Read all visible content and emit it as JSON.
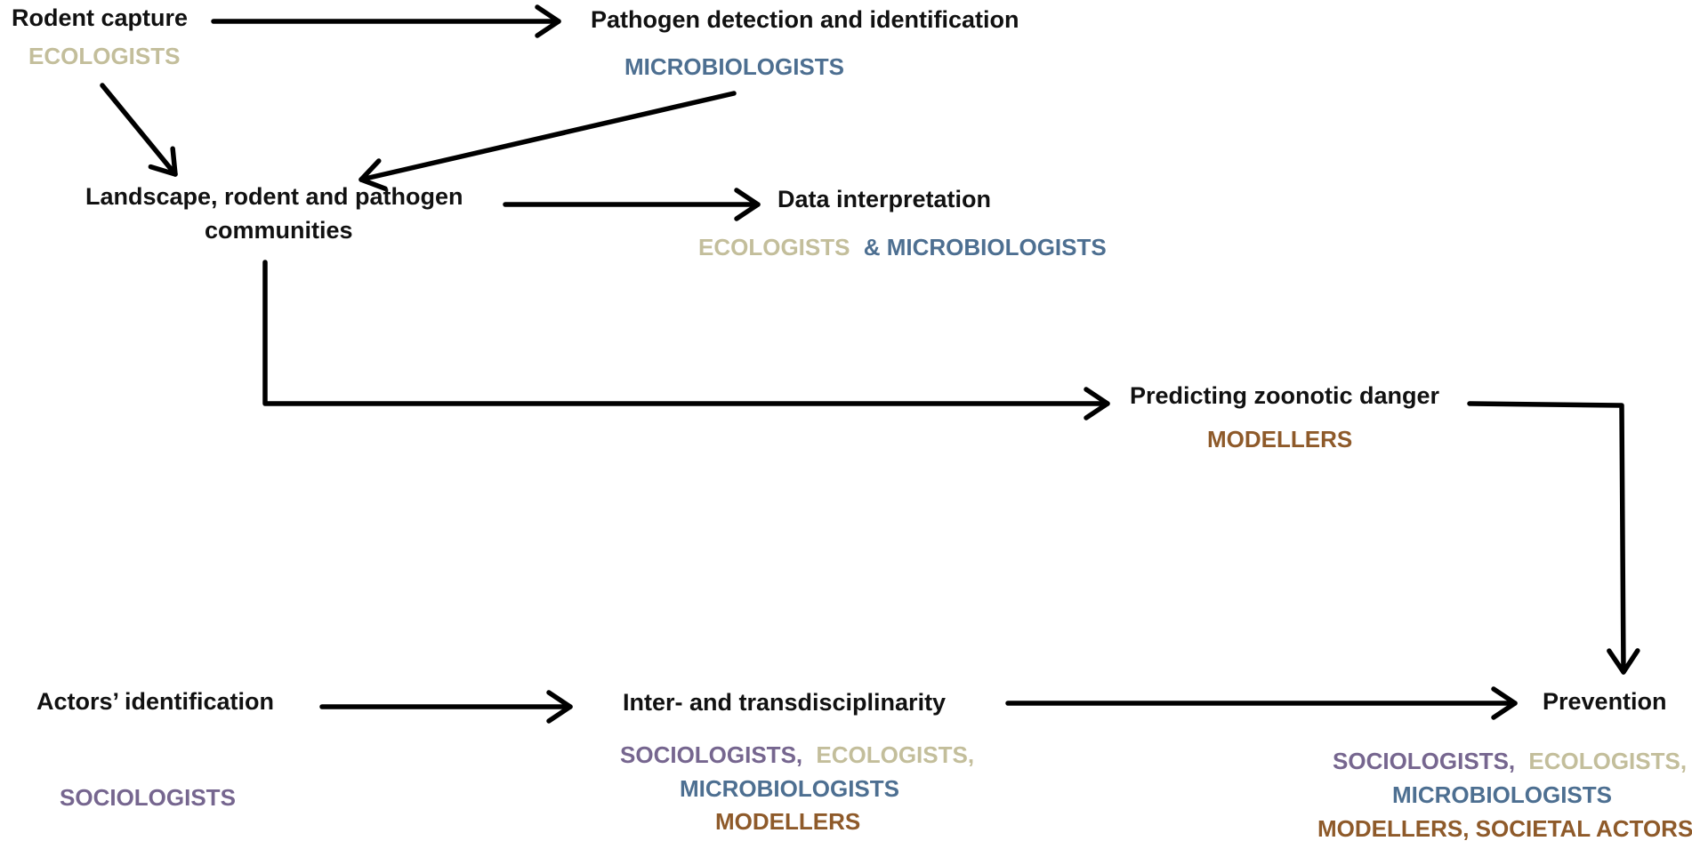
{
  "colors": {
    "ecologists": "#c3be9b",
    "microbiologists": "#4d6f91",
    "modellers": "#8e5a2a",
    "sociologists": "#76668f",
    "text": "#111111",
    "arrow": "#000000"
  },
  "nodes": {
    "rodent_capture": {
      "title": "Rodent capture",
      "roles": [
        "ECOLOGISTS"
      ]
    },
    "pathogen_detection": {
      "title": "Pathogen detection and identification",
      "roles": [
        "MICROBIOLOGISTS"
      ]
    },
    "landscape": {
      "title_line1": "Landscape, rodent and pathogen",
      "title_line2": "communities"
    },
    "data_interpretation": {
      "title": "Data interpretation",
      "roles": [
        "ECOLOGISTS",
        "& MICROBIOLOGISTS"
      ]
    },
    "predicting": {
      "title": "Predicting zoonotic danger",
      "roles": [
        "MODELLERS"
      ]
    },
    "actors": {
      "title": "Actors’ identification",
      "roles": [
        "SOCIOLOGISTS"
      ]
    },
    "inter": {
      "title": "Inter- and transdisciplinarity",
      "roles_line1": [
        "SOCIOLOGISTS,",
        "ECOLOGISTS,"
      ],
      "roles_line2": "MICROBIOLOGISTS",
      "roles_line3": "MODELLERS"
    },
    "prevention": {
      "title": "Prevention",
      "roles_line1": [
        "SOCIOLOGISTS,",
        "ECOLOGISTS,"
      ],
      "roles_line2": "MICROBIOLOGISTS",
      "roles_line3": "MODELLERS, SOCIETAL ACTORS"
    }
  },
  "edges": [
    {
      "from": "Rodent capture",
      "to": "Pathogen detection and identification"
    },
    {
      "from": "Rodent capture",
      "to": "Landscape, rodent and pathogen communities"
    },
    {
      "from": "Pathogen detection and identification",
      "to": "Landscape, rodent and pathogen communities"
    },
    {
      "from": "Landscape, rodent and pathogen communities",
      "to": "Data interpretation"
    },
    {
      "from": "Landscape, rodent and pathogen communities",
      "to": "Predicting zoonotic danger"
    },
    {
      "from": "Predicting zoonotic danger",
      "to": "Prevention"
    },
    {
      "from": "Actors’ identification",
      "to": "Inter- and transdisciplinarity"
    },
    {
      "from": "Inter- and transdisciplinarity",
      "to": "Prevention"
    }
  ]
}
